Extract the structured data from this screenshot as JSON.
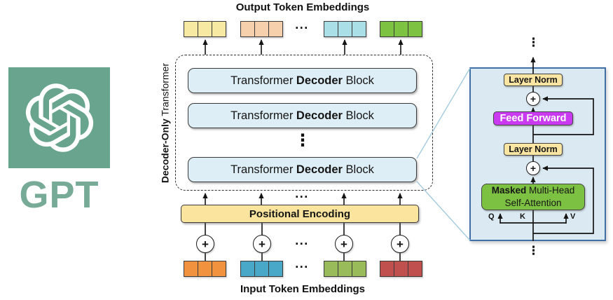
{
  "brand": {
    "name": "GPT",
    "icon": "openai-logo",
    "tile_color": "#69A58E",
    "text_color": "#78AB97"
  },
  "diagram": {
    "output_label": "Output Token Embeddings",
    "input_label": "Input Token Embeddings",
    "container_label": {
      "bold": "Decoder-Only",
      "rest": " Transformer"
    },
    "decoder_block": {
      "pre": "Transformer ",
      "bold": "Decoder",
      "post": " Block"
    },
    "positional_encoding_label": "Positional Encoding",
    "plus_sign": "+",
    "ellipsis_horizontal": "...",
    "ellipsis_vertical": "⋮",
    "output_token_colors": [
      "#F7E8A2",
      "#F6CFAC",
      "#ABDFE8",
      "#7EC241"
    ],
    "input_token_colors": [
      "#F0923E",
      "#49A8C8",
      "#9ABB59",
      "#C0504D"
    ]
  },
  "detail_panel": {
    "layer_norm_top": "Layer Norm",
    "feed_forward": "Feed Forward",
    "layer_norm_bottom": "Layer Norm",
    "attention": {
      "bold": "Masked",
      "rest": " Multi-Head",
      "line2": "Self-Attention"
    },
    "q_label": "Q",
    "k_label": "K",
    "v_label": "V",
    "plus_sign": "+"
  },
  "colors": {
    "decoder_block_fill": "#DEEEF6",
    "positional_fill": "#FAE49E",
    "panel_bg": "#DBEAF2",
    "panel_border": "#406FA5",
    "layer_norm_fill": "#FBE5A3",
    "feed_forward_fill": "#C93AF0",
    "attention_fill": "#7DC142",
    "lens_line": "#A5CBDE",
    "line": "#141414"
  }
}
